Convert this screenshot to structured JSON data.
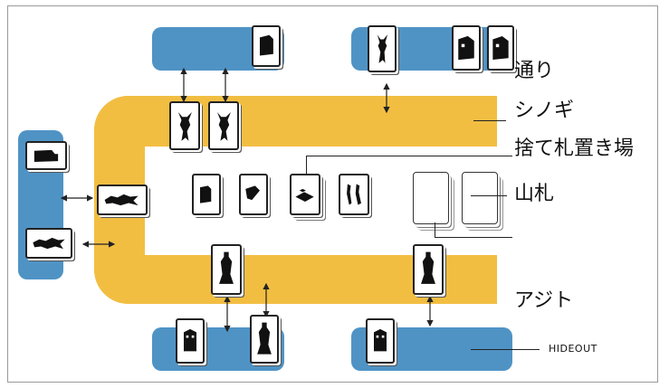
{
  "labels": {
    "street": "通り",
    "shinogi": "シノギ",
    "discard": "捨て札置き場",
    "deck": "山札",
    "ajito": "アジト",
    "hideout": "HIDEOUT"
  },
  "colors": {
    "player_zone": "#4f93c5",
    "track": "#f2be42",
    "card_border": "#222222"
  },
  "icons": {
    "vehicle": "car-silhouette-icon",
    "character": "figure-silhouette-icon",
    "house": "house-silhouette-icon"
  }
}
